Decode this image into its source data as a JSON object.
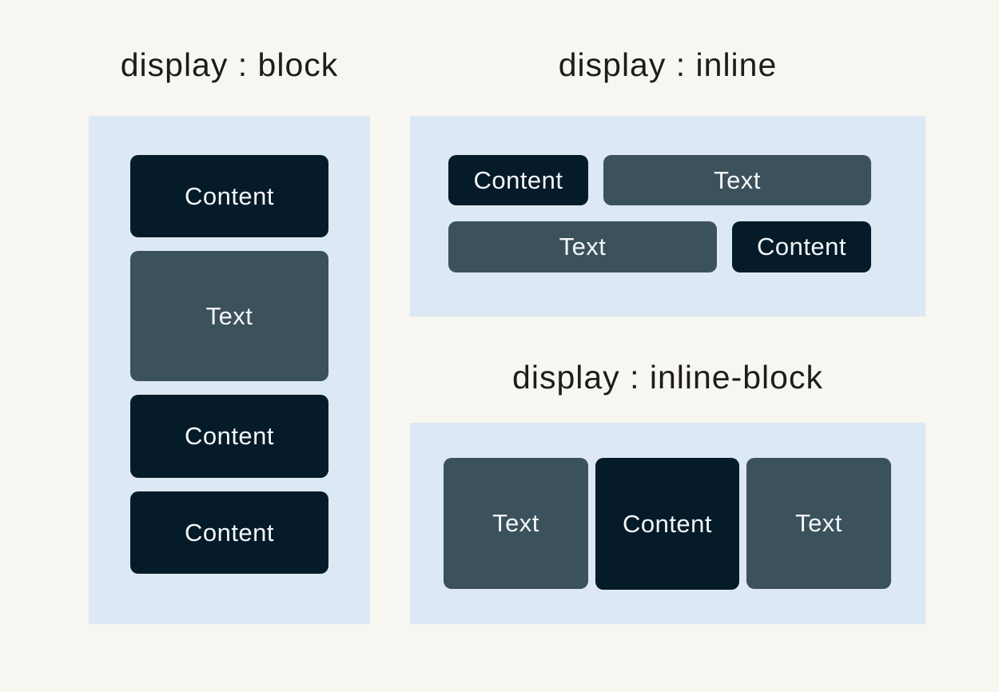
{
  "diagram": {
    "topic": "CSS display property comparison"
  },
  "colors": {
    "page_background": "#f7f6f0",
    "panel_background": "#dce8f3",
    "dark_box": "#051b29",
    "slate_box": "#3b515c",
    "box_text": "#f4f6f7",
    "heading_text": "#1e1c1a"
  },
  "sections": [
    {
      "id": "block",
      "title": "display : block",
      "boxes": [
        {
          "label": "Content",
          "variant": "dark"
        },
        {
          "label": "Text",
          "variant": "slate"
        },
        {
          "label": "Content",
          "variant": "dark"
        },
        {
          "label": "Content",
          "variant": "dark"
        }
      ]
    },
    {
      "id": "inline",
      "title": "display : inline",
      "boxes": [
        {
          "label": "Content",
          "variant": "dark",
          "row": 1
        },
        {
          "label": "Text",
          "variant": "slate",
          "row": 1
        },
        {
          "label": "Text",
          "variant": "slate",
          "row": 2
        },
        {
          "label": "Content",
          "variant": "dark",
          "row": 2
        }
      ]
    },
    {
      "id": "inline-block",
      "title": "display : inline-block",
      "boxes": [
        {
          "label": "Text",
          "variant": "slate"
        },
        {
          "label": "Content",
          "variant": "dark"
        },
        {
          "label": "Text",
          "variant": "slate"
        }
      ]
    }
  ]
}
